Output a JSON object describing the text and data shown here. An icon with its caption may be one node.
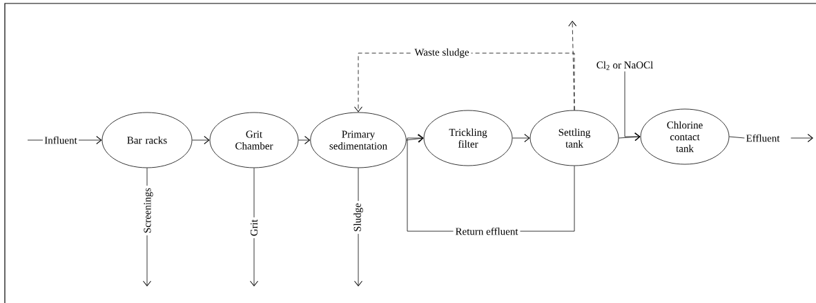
{
  "diagram": {
    "nodes": [
      {
        "text": [
          "Influent"
        ]
      },
      {
        "text": [
          "Bar racks"
        ]
      },
      {
        "text": [
          "Grit Chamber"
        ]
      },
      {
        "text": [
          "Primary sedimentation"
        ]
      },
      {
        "text": [
          "Trickling filter"
        ]
      },
      {
        "text": [
          "Settling tank"
        ]
      },
      {
        "text": [
          "Chlorine contact tank"
        ]
      },
      {
        "text": [
          "Effluent"
        ]
      },
      {
        "text": [
          "Cl$_{2}$ or NaOCl"
        ]
      }
    ],
    "edges": [
      {
        "from": null,
        "to": 0,
        "arrow": "none"
      },
      {
        "from": 0,
        "to": 1,
        "arrow": "to"
      },
      {
        "from": 1,
        "to": 2,
        "arrow": "to"
      },
      {
        "from": 2,
        "to": 3,
        "arrow": "to"
      },
      {
        "from": 3,
        "to": 4,
        "arrow": "to"
      },
      {
        "from": 4,
        "to": 5,
        "arrow": "to"
      },
      {
        "from": 5,
        "to": 6,
        "arrow": "to"
      },
      {
        "from": 8,
        "to": 6,
        "arrow": "to"
      },
      {
        "from": 6,
        "to": 7,
        "arrow": "none"
      },
      {
        "from": 7,
        "to": null,
        "arrow": "to"
      },
      {
        "from": 1,
        "to": null,
        "arrow": "to",
        "label": "Screenings"
      },
      {
        "from": 2,
        "to": null,
        "arrow": "to",
        "label": "Grit"
      },
      {
        "from": 3,
        "to": null,
        "arrow": "to",
        "label": "Sludge"
      },
      {
        "from": 5,
        "to": 3,
        "arrow": "to",
        "label": "Waste sludge",
        "style": "dashed"
      },
      {
        "from": 5,
        "to": null,
        "arrow": "to",
        "style": "dashed"
      },
      {
        "from": 5,
        "to": 4,
        "arrow": "to",
        "label": "Return effluent"
      }
    ]
  }
}
